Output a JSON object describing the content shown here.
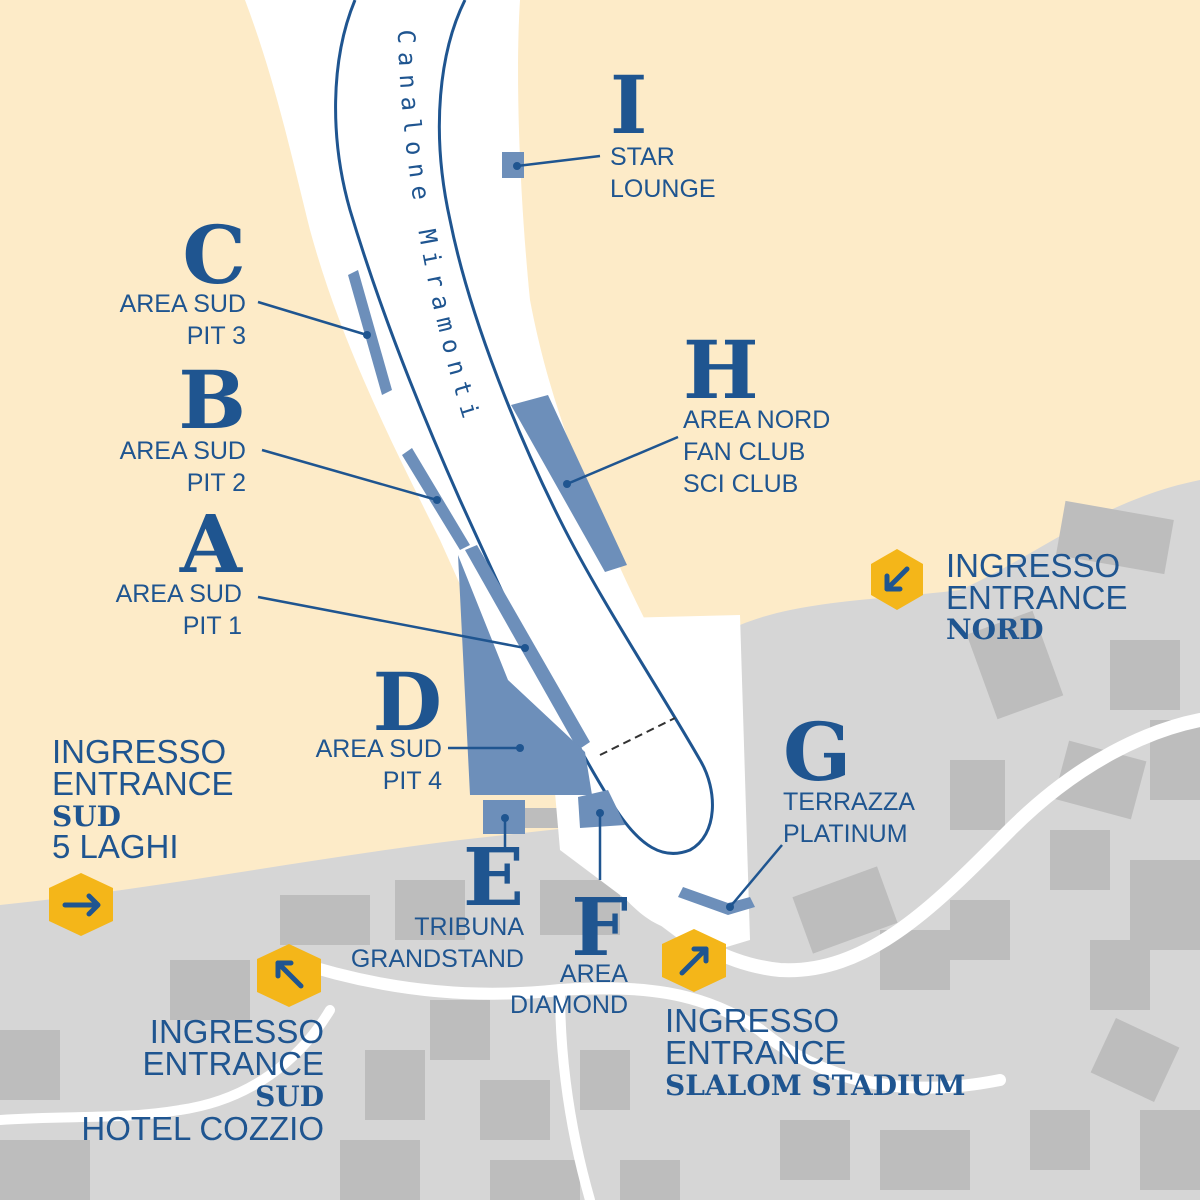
{
  "course": {
    "name": "Canalone Miramonti"
  },
  "zones": {
    "I": {
      "letter": "I",
      "lines": [
        "STAR",
        "LOUNGE"
      ]
    },
    "H": {
      "letter": "H",
      "lines": [
        "AREA NORD",
        "FAN CLUB",
        "SCI CLUB"
      ]
    },
    "C": {
      "letter": "C",
      "lines": [
        "AREA SUD",
        "PIT 3"
      ]
    },
    "B": {
      "letter": "B",
      "lines": [
        "AREA SUD",
        "PIT 2"
      ]
    },
    "A": {
      "letter": "A",
      "lines": [
        "AREA SUD",
        "PIT 1"
      ]
    },
    "D": {
      "letter": "D",
      "lines": [
        "AREA SUD",
        "PIT 4"
      ]
    },
    "G": {
      "letter": "G",
      "lines": [
        "TERRAZZA",
        "PLATINUM"
      ]
    },
    "E": {
      "letter": "E",
      "lines": [
        "TRIBUNA",
        "GRANDSTAND"
      ]
    },
    "F": {
      "letter": "F",
      "lines": [
        "AREA",
        "DIAMOND"
      ]
    }
  },
  "entrances": {
    "nord": {
      "line1": "INGRESSO",
      "line2": "ENTRANCE",
      "bold": "NORD",
      "extra": "",
      "arrow": "arrow-down-left"
    },
    "sud_5laghi": {
      "line1": "INGRESSO",
      "line2": "ENTRANCE",
      "bold": "SUD",
      "extra": "5 LAGHI",
      "arrow": "arrow-right"
    },
    "sud_cozzio": {
      "line1": "INGRESSO",
      "line2": "ENTRANCE",
      "bold": "SUD",
      "extra": "HOTEL COZZIO",
      "arrow": "arrow-down-left"
    },
    "slalom": {
      "line1": "INGRESSO",
      "line2": "ENTRANCE",
      "bold": "SLALOM STADIUM",
      "extra": "",
      "arrow": "arrow-up-right"
    }
  },
  "colors": {
    "land": "#fdebc8",
    "urban": "#d6d6d6",
    "buildings": "#bdbdbd",
    "course": "#ffffff",
    "zones": "#6d8fba",
    "text": "#1f5590",
    "marker": "#f4b619"
  }
}
